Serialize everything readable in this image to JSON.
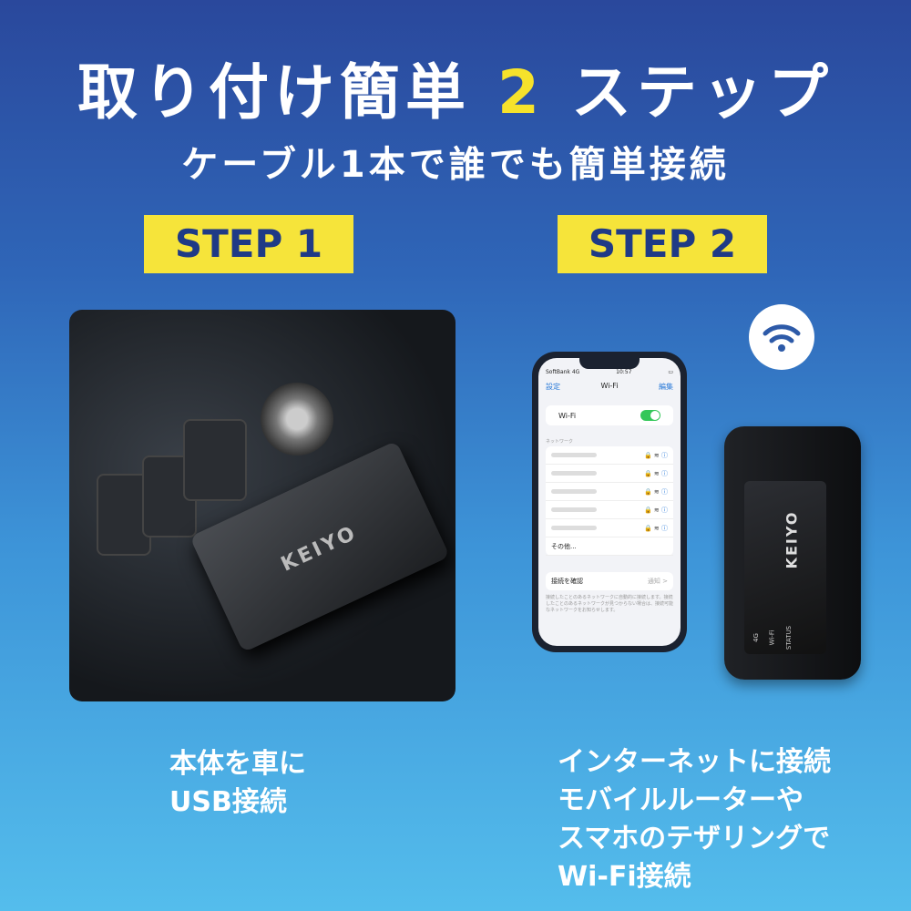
{
  "title": {
    "part1": "取り付け簡単",
    "highlight": "2",
    "part2": "ステップ"
  },
  "subtitle": "ケーブル1本で誰でも簡単接続",
  "steps": [
    {
      "label": "STEP 1",
      "caption": [
        "本体を車に",
        "USB接続"
      ],
      "device_logo": "KEIYO"
    },
    {
      "label": "STEP 2",
      "caption": [
        "インターネットに接続",
        "モバイルルーターや",
        "スマホのテザリングで",
        "Wi-Fi接続"
      ],
      "device_logo": "KEIYO",
      "device_leds": [
        "4G",
        "Wi-Fi",
        "STATUS"
      ]
    }
  ],
  "phone": {
    "carrier": "SoftBank 4G",
    "time": "10:57",
    "back": "設定",
    "title": "Wi-Fi",
    "edit": "編集",
    "wifi_label": "Wi-Fi",
    "wifi_on": true,
    "networks_header": "ネットワーク",
    "other": "その他...",
    "confirm": "接続を確認",
    "confirm_value": "通知 >",
    "note": "接続したことのあるネットワークに自動的に接続します。接続したことのあるネットワークが見つからない場合は、接続可能なネットワークをお知らせします。"
  },
  "colors": {
    "accent": "#f6e22b",
    "step_text": "#1f3a86",
    "bg_top": "#2a489c",
    "bg_bottom": "#54bdec"
  }
}
